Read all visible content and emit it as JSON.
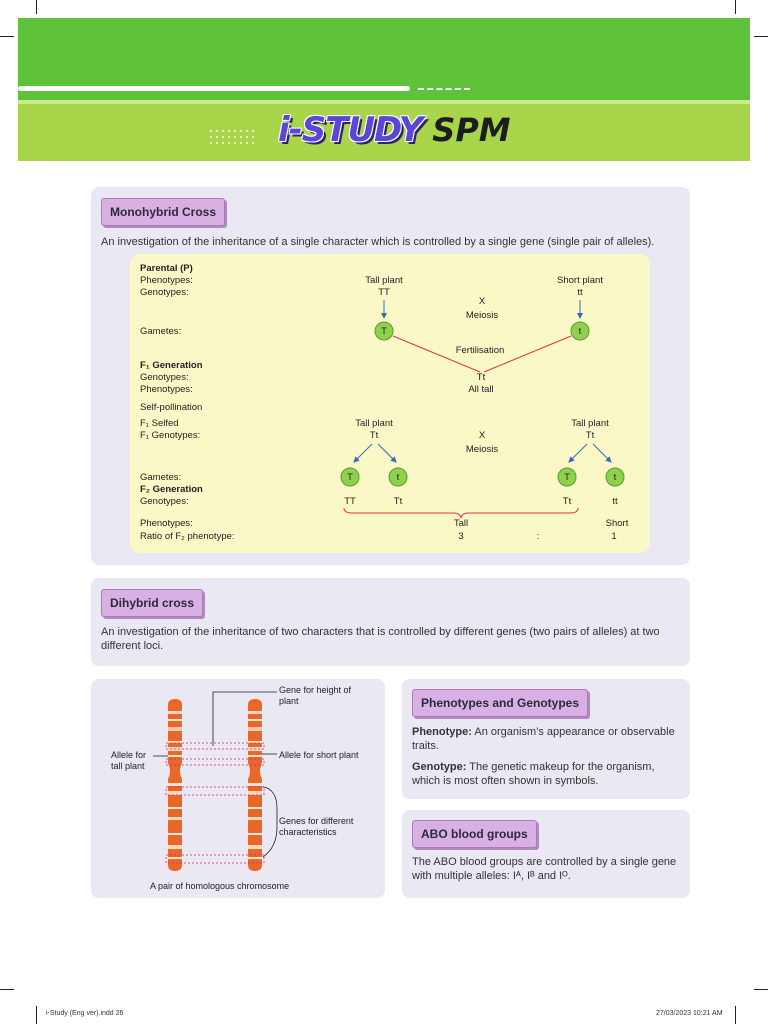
{
  "header": {
    "logo_part1": "i-STUDY",
    "logo_part2": "SPM"
  },
  "monohybrid": {
    "title": "Monohybrid Cross",
    "description": "An investigation of the inheritance of a single character which is controlled by a single gene (single pair of alleles).",
    "cross": {
      "parental": "Parental (P)",
      "phenotypes": "Phenotypes:",
      "genotypes": "Genotypes:",
      "gametes": "Gametes:",
      "f1_generation": "F₁ Generation",
      "f1_genotypes_label": "Genotypes:",
      "f1_phenotypes_label": "Phenotypes:",
      "self_pollination": "Self-pollination",
      "f1_selfed": "F₁ Selfed",
      "f1_genotypes": "F₁ Genotypes:",
      "gametes2": "Gametes:",
      "f2_generation": "F₂ Generation",
      "f2_genotypes_label": "Genotypes:",
      "f2_phenotypes_label": "Phenotypes:",
      "ratio_label": "Ratio of F₂ phenotype:",
      "tall_plant": "Tall plant",
      "short_plant": "Short plant",
      "TT": "TT",
      "tt": "tt",
      "X": "X",
      "meiosis": "Meiosis",
      "T": "T",
      "t": "t",
      "fertilisation": "Fertilisation",
      "Tt": "Tt",
      "all_tall": "All tall",
      "tall_plant_2": "Tall plant",
      "tall_plant_3": "Tall plant",
      "Tt_2": "Tt",
      "Tt_3": "Tt",
      "X2": "X",
      "meiosis2": "Meiosis",
      "f2_TT": "TT",
      "f2_Tt_1": "Tt",
      "f2_Tt_2": "Tt",
      "f2_tt": "tt",
      "tall": "Tall",
      "short": "Short",
      "ratio_tall": "3",
      "ratio_colon": ":",
      "ratio_short": "1"
    }
  },
  "dihybrid": {
    "title": "Dihybrid cross",
    "description": "An investigation of the inheritance of two characters that is controlled by different genes (two pairs of alleles) at two different loci."
  },
  "chromosome": {
    "gene_height": "Gene for height of plant",
    "allele_tall": "Allele for tall plant",
    "allele_short": "Allele for short plant",
    "genes_different": "Genes for different characteristics",
    "caption": "A pair of homologous chromosome"
  },
  "phenotypes_genotypes": {
    "title": "Phenotypes and Genotypes",
    "phenotype_term": "Phenotype:",
    "phenotype_def": "An organism’s appearance or observable traits.",
    "genotype_term": "Genotype:",
    "genotype_def": "The genetic makeup for the organism, which is most often shown in symbols."
  },
  "abo": {
    "title": "ABO blood groups",
    "description": "The ABO blood groups are controlled by a single gene with multiple alleles: Iᴬ, Iᴮ and Iᴼ."
  },
  "footer": {
    "file": "i-Study (Eng ver).indd   26",
    "timestamp": "27/03/2023   10:21 AM"
  },
  "colors": {
    "banner_green": "#5fc23b",
    "band_green": "#a8d54a",
    "pill_purple": "#d9b0e3",
    "panel_lavender": "#e9e8f3",
    "cross_yellow": "#fbf8c7",
    "gamete_green": "#8fd14f",
    "line_red": "#e0344a",
    "arrow_blue": "#2f6fb8",
    "chromosome_orange": "#e8682a"
  }
}
